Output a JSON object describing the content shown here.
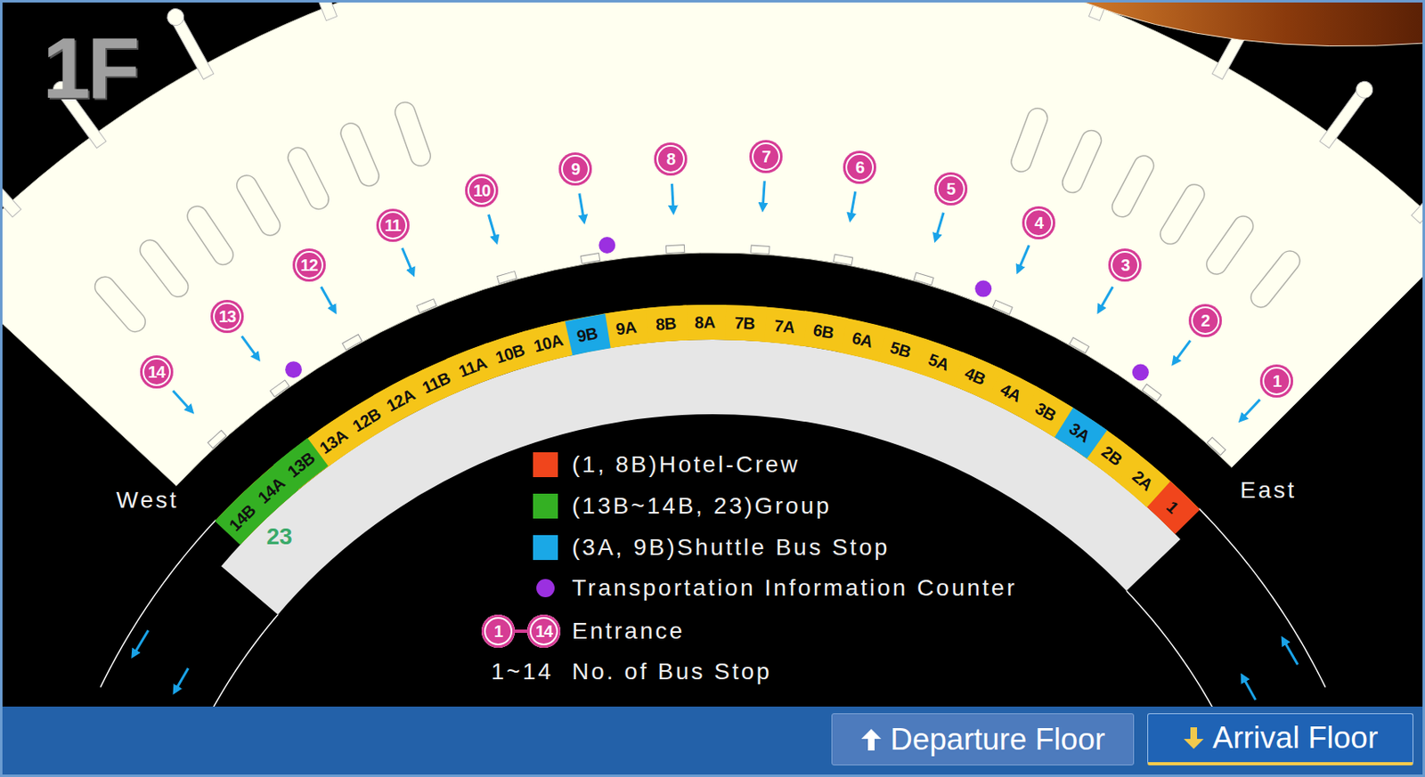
{
  "diagram": {
    "nodes": [
      {
        "text": [
          "1"
        ]
      },
      {
        "text": [
          "2"
        ]
      },
      {
        "text": [
          "3"
        ]
      },
      {
        "text": [
          "4"
        ]
      },
      {
        "text": [
          "5"
        ]
      },
      {
        "text": [
          "6"
        ]
      },
      {
        "text": [
          "7"
        ]
      },
      {
        "text": [
          "8"
        ]
      },
      {
        "text": [
          "9"
        ]
      },
      {
        "text": [
          "10"
        ]
      },
      {
        "text": [
          "11"
        ]
      },
      {
        "text": [
          "12"
        ]
      },
      {
        "text": [
          "13"
        ]
      },
      {
        "text": [
          "14"
        ]
      },
      {
        "text": [
          "1"
        ]
      },
      {
        "text": [
          "2A"
        ]
      },
      {
        "text": [
          "2B"
        ]
      },
      {
        "text": [
          "3A"
        ]
      },
      {
        "text": [
          "3B"
        ]
      },
      {
        "text": [
          "4A"
        ]
      },
      {
        "text": [
          "4B"
        ]
      },
      {
        "text": [
          "5A"
        ]
      },
      {
        "text": [
          "5B"
        ]
      },
      {
        "text": [
          "6A"
        ]
      },
      {
        "text": [
          "6B"
        ]
      },
      {
        "text": [
          "7A"
        ]
      },
      {
        "text": [
          "7B"
        ]
      },
      {
        "text": [
          "8A"
        ]
      },
      {
        "text": [
          "8B"
        ]
      },
      {
        "text": [
          "9A"
        ]
      },
      {
        "text": [
          "9B"
        ]
      },
      {
        "text": [
          "10A"
        ]
      },
      {
        "text": [
          "10B"
        ]
      },
      {
        "text": [
          "11A"
        ]
      },
      {
        "text": [
          "11B"
        ]
      },
      {
        "text": [
          "12A"
        ]
      },
      {
        "text": [
          "12B"
        ]
      },
      {
        "text": [
          "13A"
        ]
      },
      {
        "text": [
          "13B"
        ]
      },
      {
        "text": [
          "14A"
        ]
      },
      {
        "text": [
          "14B"
        ]
      },
      {
        "text": [
          "Departure Floor"
        ]
      },
      {
        "text": [
          "Arrival Floor"
        ]
      }
    ],
    "labels": [
      "1F",
      "West",
      "East",
      "23",
      "1",
      "14",
      "1~14"
    ],
    "legend": [
      {
        "text": "(1, 8B)Hotel-Crew",
        "color": "#f0451c"
      },
      {
        "text": "(13B~14B, 23)Group",
        "color": "#34b023"
      },
      {
        "text": "(3A, 9B)Shuttle Bus Stop",
        "color": "#1aa8e6"
      },
      {
        "text": "Transportation Information Counter",
        "color": "#9b30e0"
      },
      {
        "text": "Entrance"
      },
      {
        "text": "No. of Bus Stop"
      }
    ]
  }
}
